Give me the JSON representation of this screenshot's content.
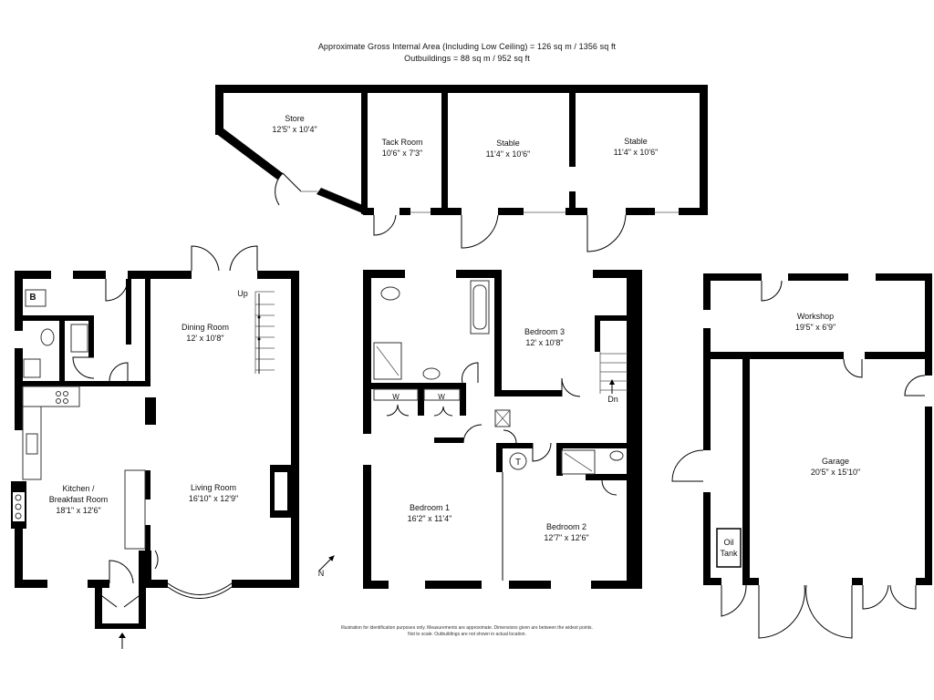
{
  "header": {
    "area_line": "Approximate Gross Internal Area (Including Low Ceiling) = 126 sq m / 1356 sq ft",
    "outbuildings_line": "Outbuildings = 88 sq m / 952 sq ft"
  },
  "rooms": {
    "store": {
      "name": "Store",
      "dims": "12'5\" x 10'4\""
    },
    "tack_room": {
      "name": "Tack Room",
      "dims": "10'6\" x 7'3\""
    },
    "stable_1": {
      "name": "Stable",
      "dims": "11'4\" x 10'6\""
    },
    "stable_2": {
      "name": "Stable",
      "dims": "11'4\" x 10'6\""
    },
    "dining_room": {
      "name": "Dining Room",
      "dims": "12' x 10'8\""
    },
    "kitchen": {
      "name_line1": "Kitchen /",
      "name_line2": "Breakfast Room",
      "dims": "18'1\" x 12'6\""
    },
    "living_room": {
      "name": "Living Room",
      "dims": "16'10\" x 12'9\""
    },
    "bedroom_3": {
      "name": "Bedroom 3",
      "dims": "12' x 10'8\""
    },
    "bedroom_1": {
      "name": "Bedroom 1",
      "dims": "16'2\" x 11'4\""
    },
    "bedroom_2": {
      "name": "Bedroom 2",
      "dims": "12'7\" x 12'6\""
    },
    "workshop": {
      "name": "Workshop",
      "dims": "19'5\" x 6'9\""
    },
    "garage": {
      "name": "Garage",
      "dims": "20'5\" x 15'10\""
    }
  },
  "labels": {
    "boiler": "B",
    "stairs_up": "Up",
    "stairs_down": "Dn",
    "wardrobe_1": "W",
    "wardrobe_2": "W",
    "tank_cupboard": "T",
    "oil_tank_line1": "Oil",
    "oil_tank_line2": "Tank",
    "compass": "N"
  },
  "footer": {
    "line1": "Illustration for identification purposes only. Measurements are approximate. Dimensions given are between the widest points.",
    "line2": "Not to scale. Outbuildings are not shown in actual location."
  }
}
